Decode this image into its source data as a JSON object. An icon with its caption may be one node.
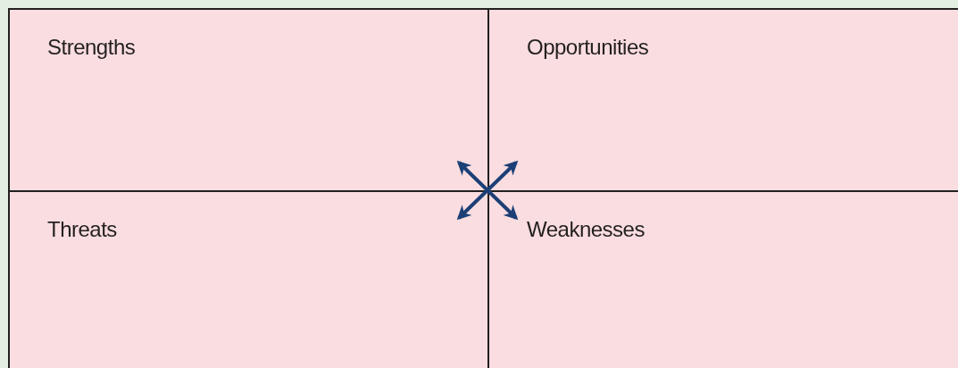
{
  "diagram": {
    "nodes": [
      {
        "text": [
          "Strengths"
        ]
      },
      {
        "text": [
          "Opportunities"
        ]
      },
      {
        "text": [
          "Threats"
        ]
      },
      {
        "text": [
          "Weaknesses"
        ]
      }
    ],
    "edges": [
      {
        "from": 0,
        "to": 3,
        "arrow": "both"
      },
      {
        "from": 2,
        "to": 1,
        "arrow": "both"
      }
    ]
  }
}
